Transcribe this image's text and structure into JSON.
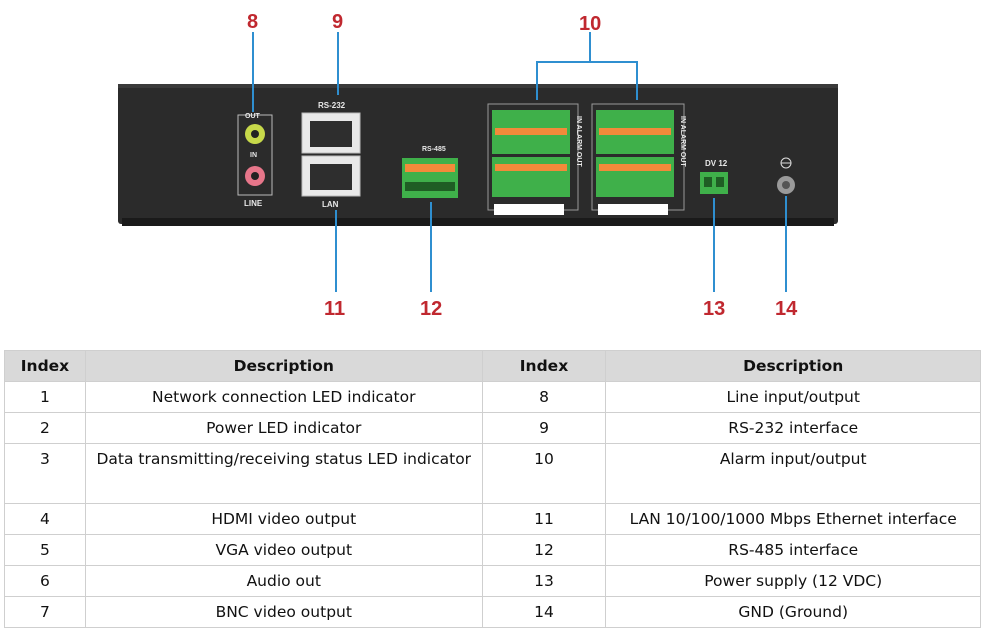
{
  "callouts": {
    "c8": "8",
    "c9": "9",
    "c10": "10",
    "c11": "11",
    "c12": "12",
    "c13": "13",
    "c14": "14"
  },
  "panel_labels": {
    "out": "OUT",
    "in": "IN",
    "line": "LINE",
    "rs232": "RS-232",
    "lan": "LAN",
    "rs485": "RS-485",
    "dv12": "DV 12",
    "alarm_a": "IN ALARM OUT",
    "alarm_b": "IN ALARM OUT"
  },
  "table": {
    "headers": [
      "Index",
      "Description",
      "Index",
      "Description"
    ],
    "rows": [
      [
        "1",
        "Network connection LED indicator",
        "8",
        "Line input/output"
      ],
      [
        "2",
        "Power LED indicator",
        "9",
        "RS-232 interface"
      ],
      [
        "3",
        "Data transmitting/receiving status LED indicator",
        "10",
        "Alarm input/output"
      ],
      [
        "4",
        "HDMI video output",
        "11",
        "LAN 10/100/1000 Mbps Ethernet interface"
      ],
      [
        "5",
        "VGA video output",
        "12",
        "RS-485 interface"
      ],
      [
        "6",
        "Audio out",
        "13",
        "Power supply (12 VDC)"
      ],
      [
        "7",
        "BNC video output",
        "14",
        "GND (Ground)"
      ]
    ]
  },
  "colors": {
    "callout": "#c0282f",
    "leader": "#2f8fd0",
    "chassis": "#2b2b2b",
    "terminal": "#3fb04a",
    "header_bg": "#d9d9d9"
  }
}
